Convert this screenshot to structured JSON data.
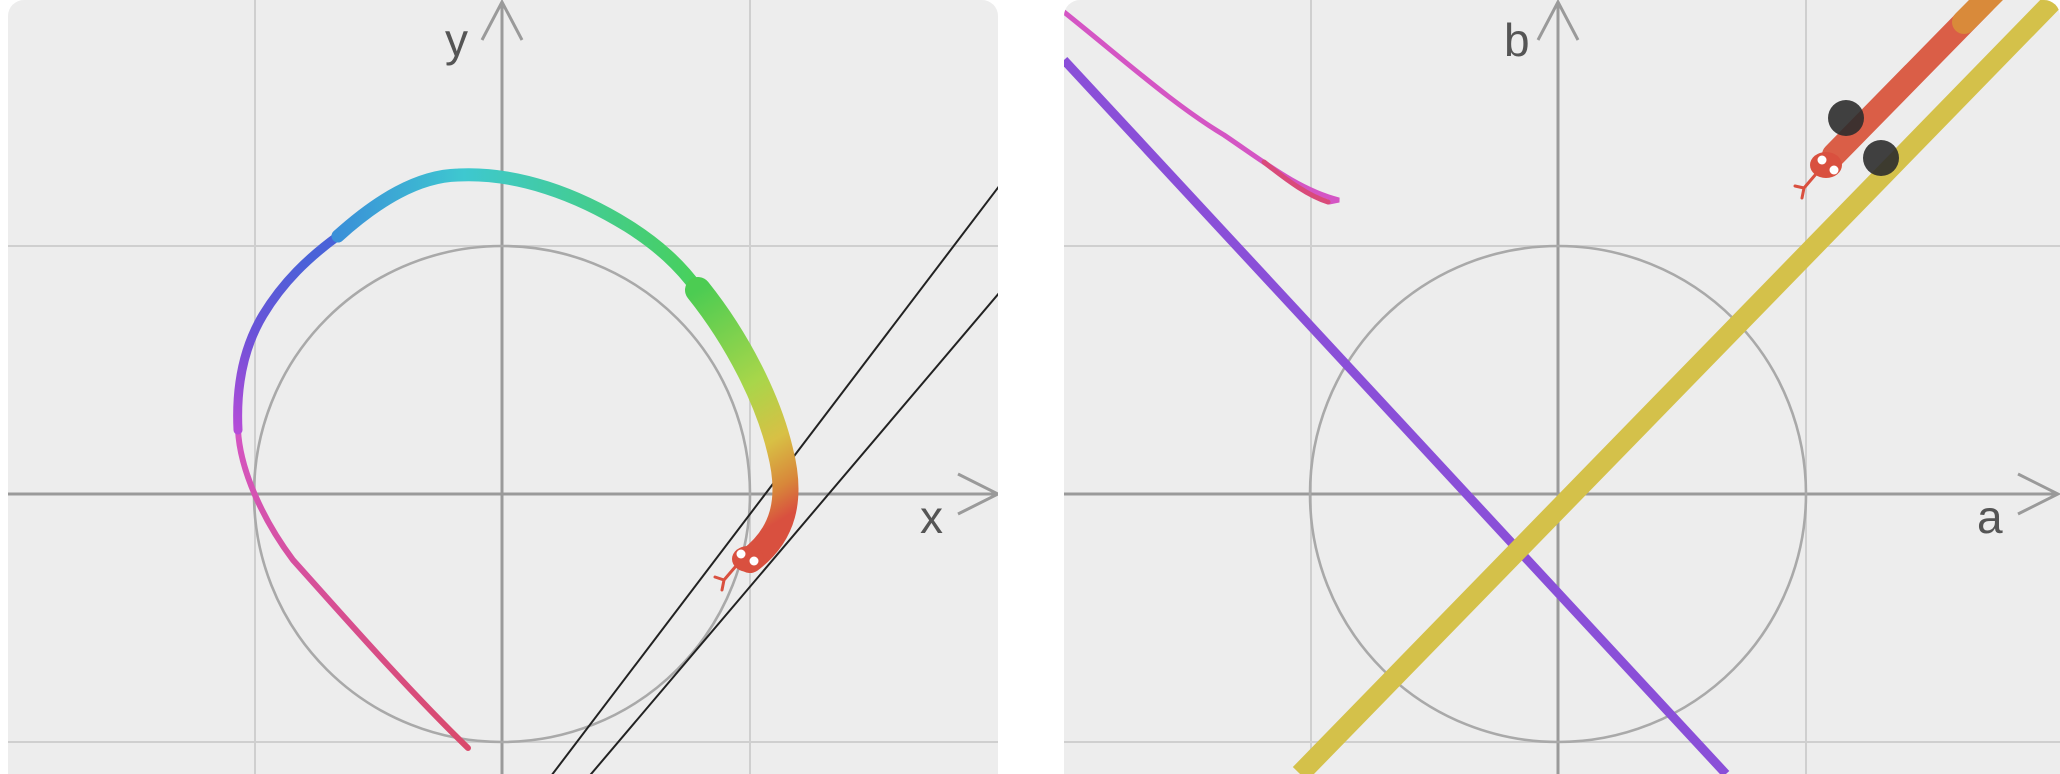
{
  "left_panel": {
    "x_axis_label": "x",
    "y_axis_label": "y",
    "snake_icon": "snake-head-icon",
    "colors": {
      "background": "#ededed",
      "grid": "#cfcfcf",
      "axes": "#9a9a9a",
      "unit_circle": "#a9a9a9",
      "tangent_lines": "#222222",
      "snake_head": "#d9503f",
      "curve_gradient": [
        "#d94a6b",
        "#d455c4",
        "#9a48d6",
        "#5a55d8",
        "#3aa8d8",
        "#45cfb0",
        "#4ccc52",
        "#a8d64a",
        "#d8c045",
        "#d8873a",
        "#d9503f"
      ]
    }
  },
  "right_panel": {
    "x_axis_label": "a",
    "y_axis_label": "b",
    "snake_icon": "snake-head-icon",
    "colors": {
      "background": "#ededed",
      "grid": "#cfcfcf",
      "axes": "#9a9a9a",
      "unit_circle": "#a9a9a9",
      "purple_line": "#8a4fd8",
      "yellow_line": "#d4c14a",
      "snake_body": "#d9573f",
      "pink_curve": "#d455c4",
      "markers": "#2c2c2c"
    }
  }
}
